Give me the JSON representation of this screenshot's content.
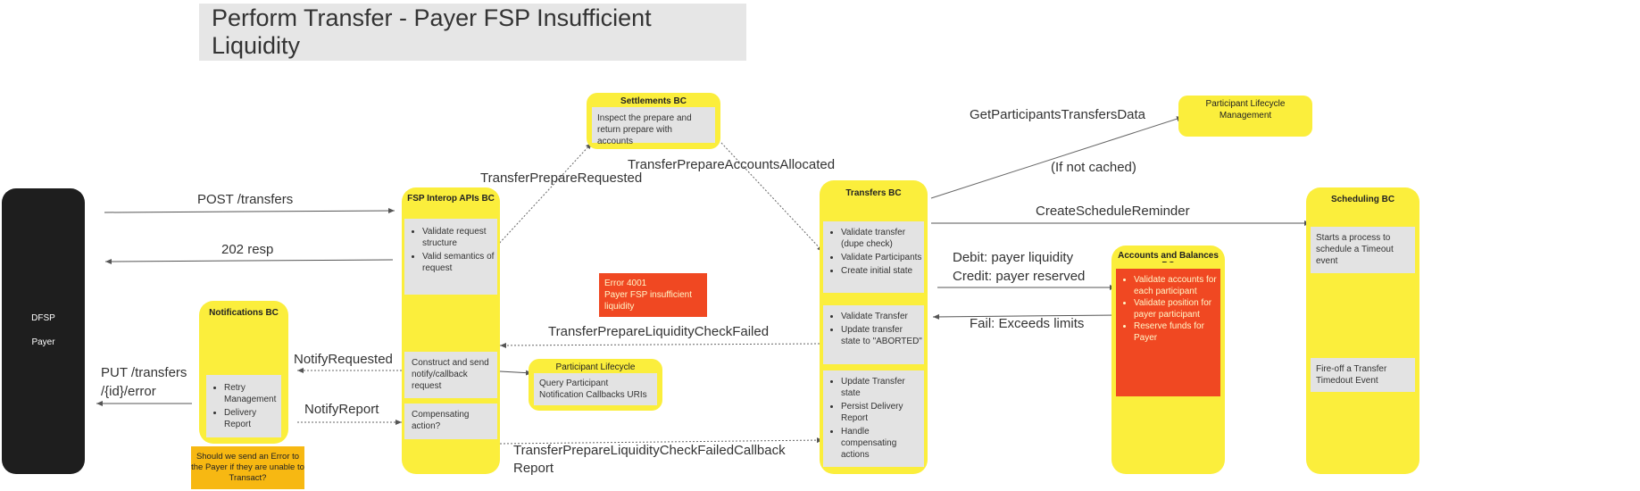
{
  "title": "Perform Transfer - Payer FSP Insufficient Liquidity",
  "dfsp": {
    "line1": "DFSP",
    "line2": "Payer"
  },
  "fsp_interop": {
    "title": "FSP Interop APIs BC",
    "validate_items": [
      "Validate request structure",
      "Valid semantics of request"
    ],
    "construct": "Construct and send notify/callback request",
    "compensating": "Compensating action?"
  },
  "notifications": {
    "title": "Notifications BC",
    "items": [
      "Retry Management",
      "Delivery Report"
    ]
  },
  "settlements": {
    "title": "Settlements BC",
    "body": "Inspect the prepare and return prepare with accounts"
  },
  "transfers": {
    "title": "Transfers BC",
    "group1": [
      "Validate transfer (dupe check)",
      "Validate Participants",
      "Create initial state"
    ],
    "group2": [
      "Validate Transfer",
      "Update transfer state to \"ABORTED\""
    ],
    "group3": [
      "Update Transfer state",
      "Persist Delivery Report",
      "Handle compensating actions"
    ]
  },
  "participant_lifecycle": {
    "title": "Participant Lifecycle",
    "body": "Query Participant Notification Callbacks URIs"
  },
  "participant_lifecycle_mgmt": {
    "title": "Participant Lifecycle Management"
  },
  "accounts_balances": {
    "title": "Accounts and Balances BC",
    "items": [
      "Validate accounts for each participant",
      "Validate position for payer participant",
      "Reserve funds for Payer"
    ]
  },
  "scheduling": {
    "title": "Scheduling BC",
    "box1": "Starts a process to schedule a Timeout event",
    "box2": "Fire-off a Transfer Timedout Event"
  },
  "error_box": {
    "line1": "Error 4001",
    "line2": "Payer FSP insufficient liquidity"
  },
  "note": "Should we send an Error to the Payer if they are unable to Transact?",
  "arrows": {
    "post_transfers": "POST /transfers",
    "resp_202": "202 resp",
    "put_error_1": "PUT /transfers",
    "put_error_2": "/{id}/error",
    "notify_requested": "NotifyRequested",
    "notify_report": "NotifyReport",
    "transfer_prepare_requested": "TransferPrepareRequested",
    "transfer_prepare_accounts_allocated": "TransferPrepareAccountsAllocated",
    "get_participants_data": "GetParticipantsTransfersData",
    "if_not_cached": "(If not cached)",
    "create_schedule_reminder": "CreateScheduleReminder",
    "debit": "Debit: payer liquidity",
    "credit": "Credit: payer reserved",
    "fail_exceeds": "Fail: Exceeds limits",
    "liquidity_check_failed": "TransferPrepareLiquidityCheckFailed",
    "liquidity_check_failed_callback_1": "TransferPrepareLiquidityCheckFailedCallback",
    "liquidity_check_failed_callback_2": "Report"
  }
}
